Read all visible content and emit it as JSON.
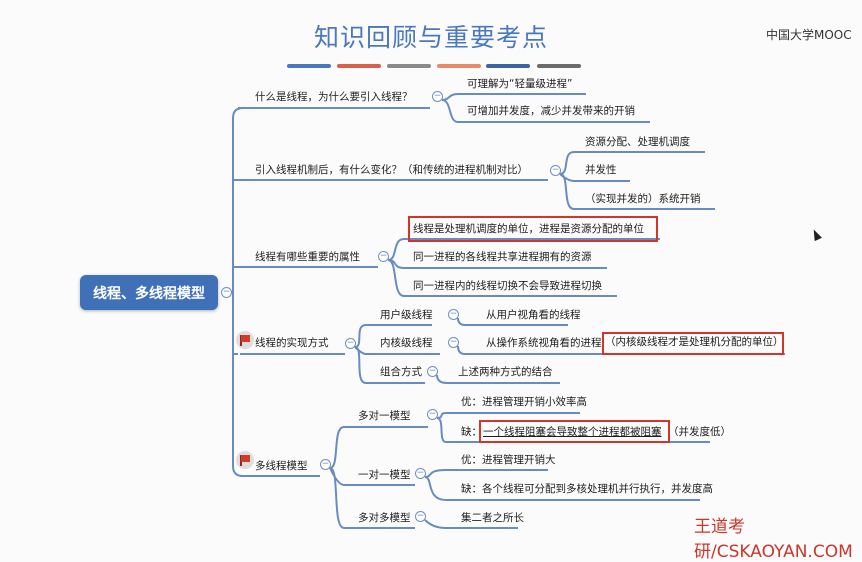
{
  "title": "知识回顾与重要考点",
  "logo": "中国大学MOOC",
  "watermark": "王道考研/CSKAOYAN.COM",
  "colors": {
    "accent": "#3f70b8",
    "highlight": "#d2362a",
    "bars": [
      "#4a78bf",
      "#d9604a",
      "#8a8a8a",
      "#e8896a",
      "#3c64a5",
      "#6b6b6b"
    ]
  },
  "root": "线程、多线程模型",
  "nodes": {
    "q1": "什么是线程，为什么要引入线程？",
    "q1a": "可理解为“轻量级进程”",
    "q1b": "可增加并发度，减少并发带来的开销",
    "q2": "引入线程机制后，有什么变化？（和传统的进程机制对比）",
    "q2a": "资源分配、处理机调度",
    "q2b": "并发性",
    "q2c": "（实现并发的）系统开销",
    "q3": "线程有哪些重要的属性",
    "q3a": "线程是处理机调度的单位，进程是资源分配的单位",
    "q3b": "同一进程的各线程共享进程拥有的资源",
    "q3c": "同一进程内的线程切换不会导致进程切换",
    "q4": "线程的实现方式",
    "q4a": "用户级线程",
    "q4a1": "从用户视角看的线程",
    "q4b": "内核级线程",
    "q4b1": "从操作系统视角看的进程",
    "q4b2": "（内核级线程才是处理机分配的单位）",
    "q4c": "组合方式",
    "q4c1": "上述两种方式的结合",
    "q5": "多线程模型",
    "q5a": "多对一模型",
    "q5a1": "优：进程管理开销小效率高",
    "q5a2p": "缺：",
    "q5a2": "一个线程阻塞会导致整个进程都被阻塞",
    "q5a3": "（并发度低）",
    "q5b": "一对一模型",
    "q5b1": "优：进程管理开销大",
    "q5b2": "缺：各个线程可分配到多核处理机并行执行，并发度高",
    "q5c": "多对多模型",
    "q5c1": "集二者之所长"
  },
  "collapse_symbol": "−"
}
